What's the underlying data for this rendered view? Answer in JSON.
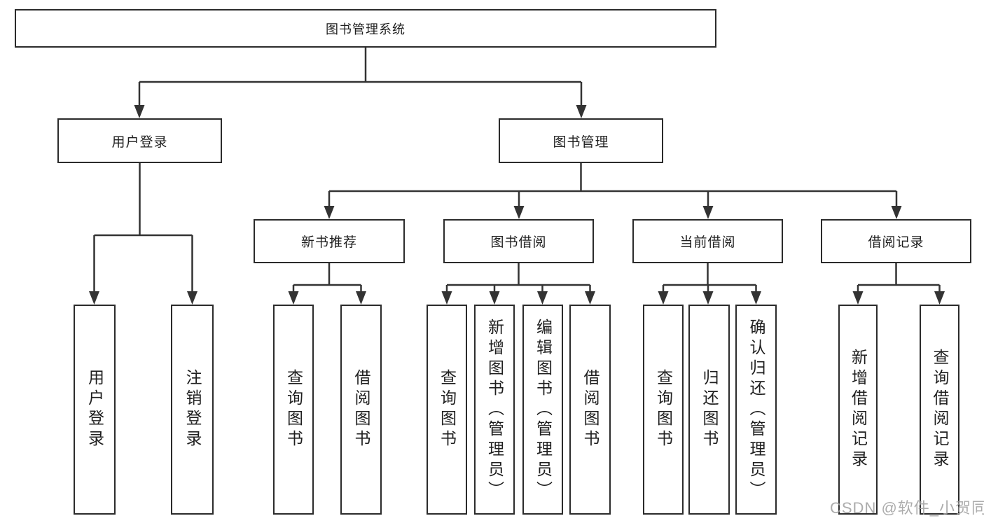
{
  "diagram": {
    "root_label": "图书管理系统",
    "nodes": {
      "user_login": "用户登录",
      "book_mgmt": "图书管理",
      "new_book": "新书推荐",
      "book_borrow": "图书借阅",
      "current_borrow": "当前借阅",
      "borrow_record": "借阅记录"
    },
    "leaves": {
      "ul_login": "用户登录",
      "ul_logout": "注销登录",
      "nb_query": "查询图书",
      "nb_borrow": "借阅图书",
      "bb_query": "查询图书",
      "bb_add": "新增图书（管理员）",
      "bb_edit": "编辑图书（管理员）",
      "bb_borrow": "借阅图书",
      "cb_query": "查询图书",
      "cb_return": "归还图书",
      "cb_confirm": "确认归还（管理员）",
      "br_add": "新增借阅记录",
      "br_query": "查询借阅记录"
    }
  },
  "watermark": "CSDN @软件_小贺同学",
  "colors": {
    "line": "#333333",
    "border": "#2b2b2b",
    "text": "#1f1f1f",
    "watermark": "#9e9e9e"
  }
}
